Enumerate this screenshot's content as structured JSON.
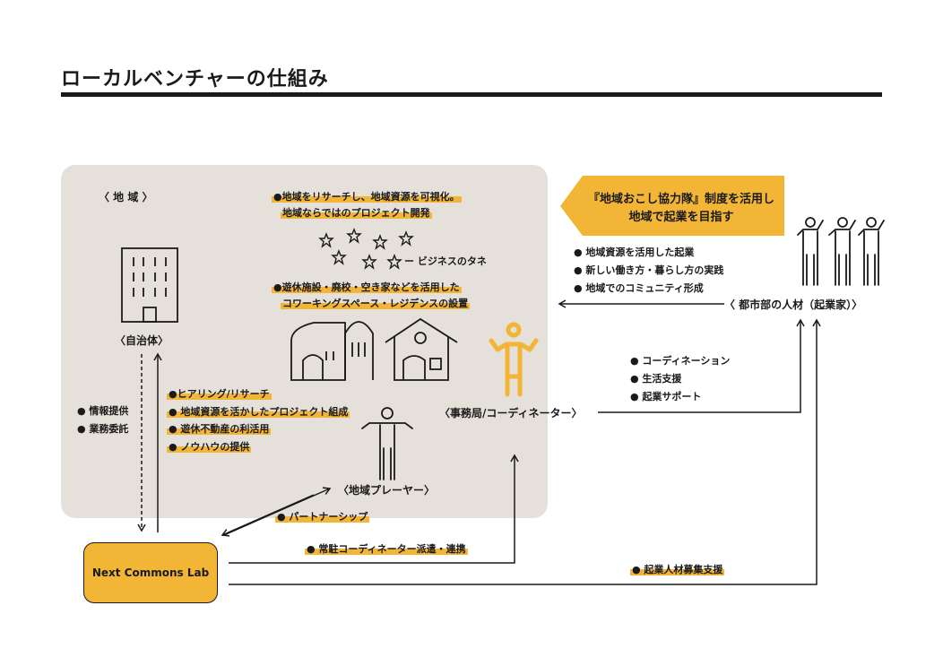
{
  "title": "ローカルベンチャーの仕組み",
  "region_label": "〈 地 域 〉",
  "nodes": {
    "municipality": "〈自治体〉",
    "player": "〈地域プレーヤー〉",
    "office": "〈事務局/コーディネーター〉",
    "urban": "〈 都市部の人材（起業家）〉",
    "ncl": "Next Commons Lab"
  },
  "banner": {
    "line1": "『地域おこし協力隊』制度を活用し",
    "line2": "地域で起業を目指す"
  },
  "research_items": [
    "●地域をリサーチし、地域資源を可視化。",
    "地域ならではのプロジェクト開発"
  ],
  "seeds_label": "ー ビジネスのタネ",
  "facility_items": [
    "●遊休施設・廃校・空き家などを活用した",
    "コワーキングスペース・レジデンスの設置"
  ],
  "urban_items": [
    "● 地域資源を活用した起業",
    "● 新しい働き方・暮らし方の実践",
    "● 地域でのコミュニティ形成"
  ],
  "support_items": [
    "● コーディネーション",
    "● 生活支援",
    "● 起業サポート"
  ],
  "municipality_left": [
    "● 情報提供",
    "● 業務委託"
  ],
  "ncl_items": [
    "●ヒアリング/リサーチ",
    "● 地域資源を活かしたプロジェクト組成",
    "● 遊休不動産の利活用",
    "● ノウハウの提供"
  ],
  "partnership": "● パートナーシップ",
  "dispatch": "● 常駐コーディネーター派遣・連携",
  "recruit": "● 起業人材募集支援",
  "colors": {
    "accent": "#f2b535",
    "region_bg": "#e5e0d9",
    "ink": "#1a1a1a"
  }
}
